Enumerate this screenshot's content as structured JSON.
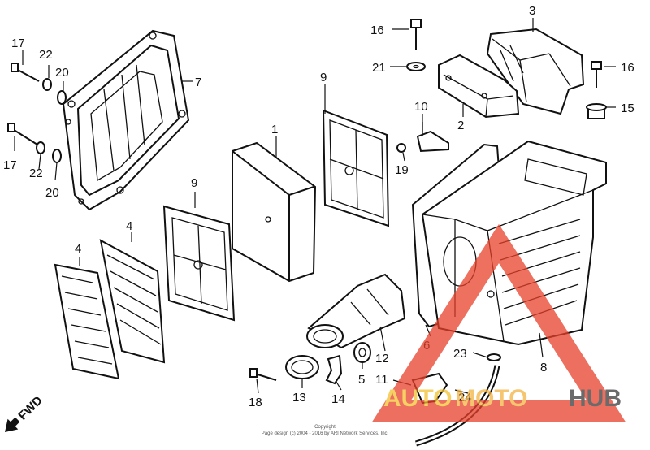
{
  "labels": {
    "l1": "1",
    "l2": "2",
    "l3": "3",
    "l4a": "4",
    "l4b": "4",
    "l5": "5",
    "l6": "6",
    "l7": "7",
    "l8": "8",
    "l9a": "9",
    "l9b": "9",
    "l10": "10",
    "l11": "11",
    "l12": "12",
    "l13": "13",
    "l14": "14",
    "l15": "15",
    "l16a": "16",
    "l16b": "16",
    "l17a": "17",
    "l17b": "17",
    "l18": "18",
    "l19": "19",
    "l20a": "20",
    "l20b": "20",
    "l21": "21",
    "l22a": "22",
    "l22b": "22",
    "l23": "23",
    "l24": "24"
  },
  "direction_marker": "FWD",
  "copyright": {
    "line1": "Copyright",
    "line2": "Page design (c) 2004 - 2016 by ARI Network Services, Inc."
  },
  "watermark": {
    "part1": "AUTO",
    "part2": "MOTO",
    "part3": "HUB",
    "colors": {
      "part1": "#f2c230",
      "part2": "#f2b240",
      "part3": "#3a3a3a",
      "triangle": "#e8402a"
    }
  }
}
